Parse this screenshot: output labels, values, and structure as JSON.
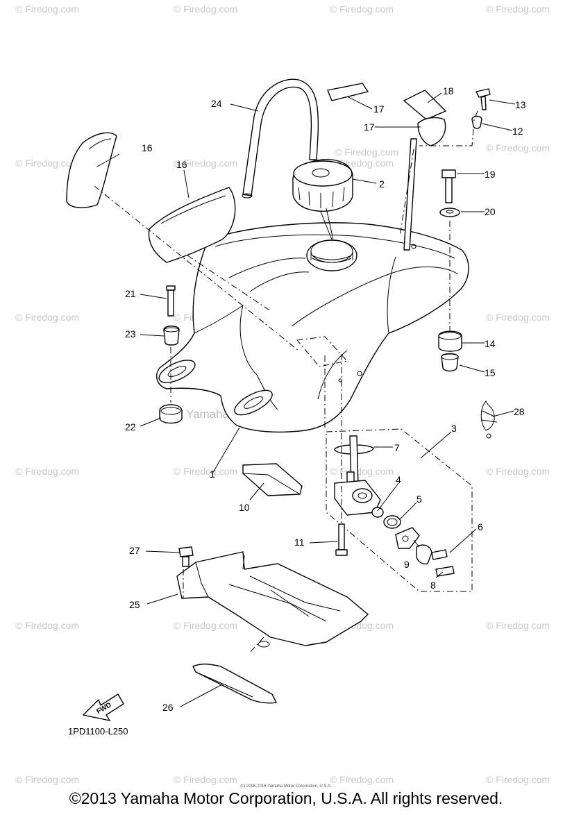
{
  "watermark": {
    "site": "© Firedog.com",
    "center": "Yamaha Motor Corp. U.S.A."
  },
  "callouts": {
    "c1": "1",
    "c2": "2",
    "c3": "3",
    "c4": "4",
    "c5": "5",
    "c6": "6",
    "c7": "7",
    "c8": "8",
    "c9": "9",
    "c10": "10",
    "c11": "11",
    "c12": "12",
    "c13": "13",
    "c14": "14",
    "c15": "15",
    "c16a": "16",
    "c16b": "16",
    "c17a": "17",
    "c17b": "17",
    "c18": "18",
    "c19": "19",
    "c20": "20",
    "c21": "21",
    "c22": "22",
    "c23": "23",
    "c24": "24",
    "c25": "25",
    "c26": "26",
    "c27": "27",
    "c28": "28"
  },
  "fwd_arrow_text": "FWD",
  "diagram_code": "1PD1100-L250",
  "tiny_note": "(c) 2006-2016 Yamaha Motor Corporation, U.S.A.",
  "copyright": "©2013 Yamaha Motor Corporation, U.S.A. All rights reserved."
}
